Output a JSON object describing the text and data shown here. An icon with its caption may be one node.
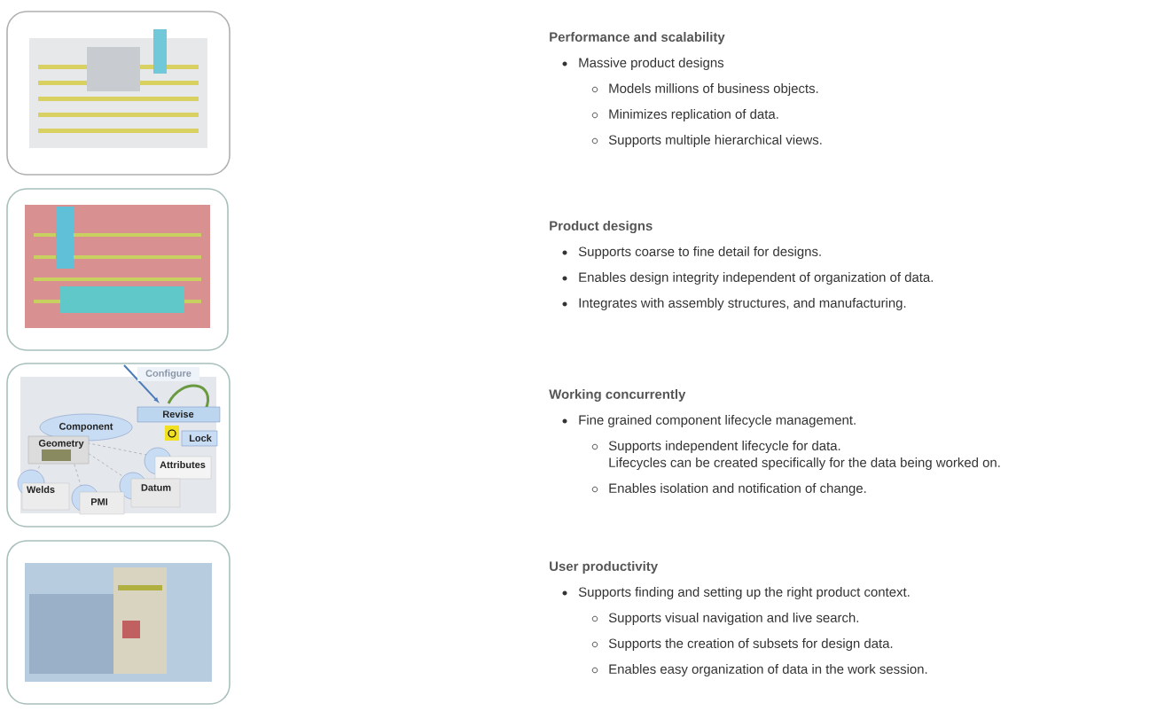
{
  "diagram": {
    "nodes": [
      {
        "text": [],
        "shape": "picture"
      },
      {
        "text": [],
        "shape": "picture"
      },
      {
        "text": [],
        "shape": "picture"
      },
      {
        "text": [],
        "shape": "picture"
      }
    ],
    "labels": [
      "Performance and scalability",
      "Massive product designs",
      "Models millions of business objects.",
      "Minimizes replication of data.",
      "Supports multiple hierarchical views.",
      "Product designs",
      "Supports coarse to fine detail for designs.",
      "Enables design integrity independent of organization of data.",
      "Integrates with assembly structures, and manufacturing.",
      "Configure",
      "Revise",
      "Component",
      "Geometry",
      "Lock",
      "Attributes",
      "Welds",
      "PMI",
      "Datum",
      "Working concurrently",
      "Fine grained component lifecycle management.",
      "Supports independent lifecycle for data.",
      "Lifecycles can be created specifically for the data being worked on.",
      "Enables isolation and notification of change.",
      "User productivity",
      "Supports finding and setting up the right product context.",
      "Supports visual navigation and live search.",
      "Supports the creation of subsets for design data.",
      "Enables easy organization of data in the work session."
    ]
  }
}
